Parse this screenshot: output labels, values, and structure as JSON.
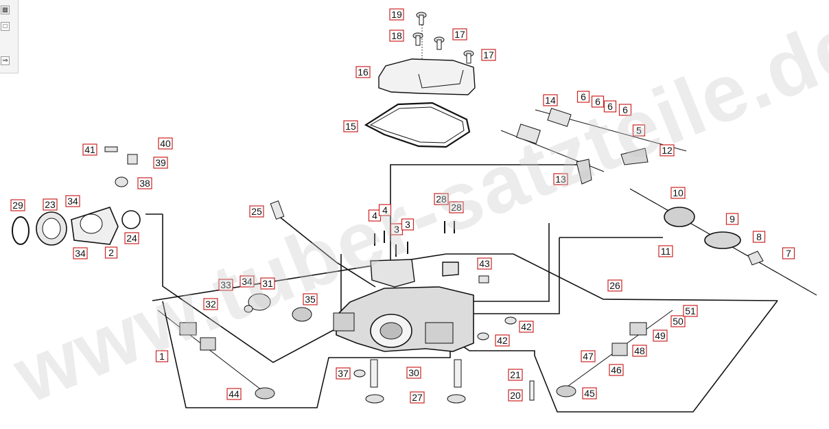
{
  "watermark": "www.tuber-satzteile.de",
  "toolbar": {
    "buttons": [
      {
        "name": "grid-view-icon",
        "glyph": "▦"
      },
      {
        "name": "frame-icon",
        "glyph": "□"
      },
      {
        "name": "arrow-right-icon",
        "glyph": "⇒"
      }
    ]
  },
  "labels": [
    "1",
    "2",
    "3",
    "3",
    "4",
    "4",
    "5",
    "6",
    "6",
    "6",
    "6",
    "7",
    "8",
    "9",
    "10",
    "11",
    "12",
    "13",
    "14",
    "15",
    "16",
    "17",
    "17",
    "18",
    "19",
    "20",
    "21",
    "23",
    "24",
    "25",
    "26",
    "27",
    "28",
    "28",
    "29",
    "30",
    "31",
    "32",
    "33",
    "34",
    "34",
    "34",
    "35",
    "37",
    "38",
    "39",
    "40",
    "41",
    "42",
    "42",
    "43",
    "44",
    "45",
    "46",
    "47",
    "48",
    "49",
    "50",
    "51"
  ],
  "colors": {
    "label_border": "#cc2222",
    "line": "#111111"
  }
}
